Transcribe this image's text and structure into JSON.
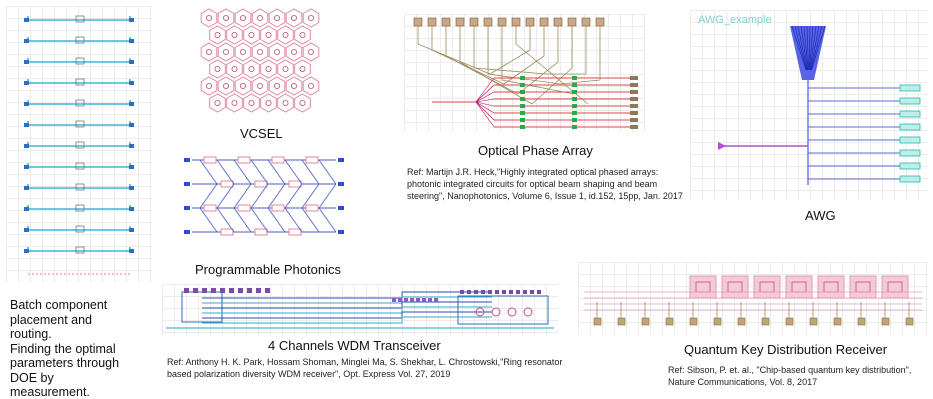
{
  "batch_note": {
    "lines": [
      "Batch component",
      "placement and",
      "routing.",
      "Finding the optimal",
      "parameters through",
      "DOE by",
      "measurement."
    ]
  },
  "captions": {
    "vcsel": "VCSEL",
    "programmable_photonics": "Programmable Photonics",
    "wdm_transceiver": "4 Channels WDM Transceiver",
    "optical_phase_array": "Optical Phase Array",
    "awg": "AWG",
    "qkd_receiver": "Quantum Key Distribution Receiver"
  },
  "awg_panel": {
    "title": "AWG_example"
  },
  "references": {
    "opa": [
      "Ref: Martijn J.R. Heck,\"Highly integrated optical phased arrays:",
      "photonic integrated circuits for optical beam shaping and beam",
      "steering\", Nanophotonics, Volume 6, Issue 1, id.152, 15pp, Jan. 2017"
    ],
    "wdm": [
      "Ref: Anthony H. K. Park, Hossam Shoman, Minglei Ma, S. Shekhar, L. Chrostowski,\"Ring resonator",
      "based polarization diversity WDM receiver\", Opt. Express Vol. 27, 2019"
    ],
    "qkd": [
      "Ref: Sibson, P. et. al., \"Chip-based quantum key distribution\",",
      "Nature Communications, Vol. 8, 2017"
    ]
  },
  "colors": {
    "waveguide_cyan": "#16a9c9",
    "vcsel_pink": "#e08aa2",
    "mzi_blue": "#4a5cc7",
    "mzi_pink": "#e0879a",
    "awg_blue": "#2a3ad6",
    "awg_input": "#b84bd6",
    "awg_teal": "#22b8b0",
    "opa_olive": "#9a8a5a",
    "opa_red": "#d44",
    "opa_green": "#2fa84a",
    "qkd_pink": "#e39bb4",
    "qkd_brown": "#9a7a4a"
  }
}
